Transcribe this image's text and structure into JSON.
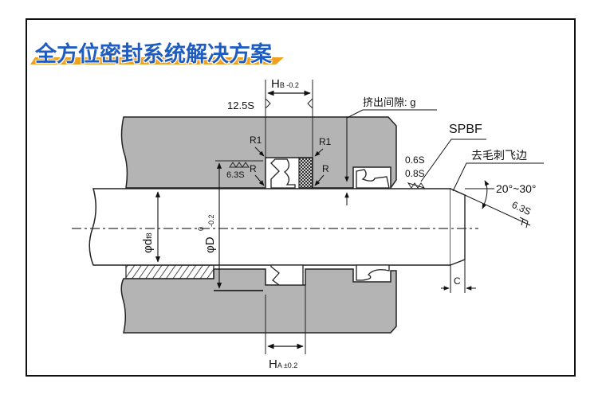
{
  "title": "全方位密封系统解决方案",
  "labels": {
    "hb_main": "H",
    "hb_sub": "B -0.2",
    "ha_main": "H",
    "ha_sub": "A ±0.2",
    "roughness_12_5": "12.5S",
    "r1_left": "R1",
    "r1_right": "R1",
    "r_left": "R",
    "r_right": "R",
    "roughness_6_3_left": "6.3S",
    "extrusion_gap": "挤出间隙: g",
    "spbf": "SPBF",
    "roughness_0_6": "0.6S",
    "roughness_0_8": "0.8S",
    "deburr": "去毛刺飞边",
    "angle": "20°~30°",
    "roughness_6_3_right": "6.3S",
    "chamfer_c": "C",
    "rod_diameter": "φd",
    "rod_tol": "f8",
    "bore_diameter": "φD",
    "bore_tol_upper": "0",
    "bore_tol_lower": "-0.2"
  },
  "colors": {
    "housing": "#b4b4b4",
    "title": "#1f5cc0",
    "title_bar": "#f0a020"
  }
}
